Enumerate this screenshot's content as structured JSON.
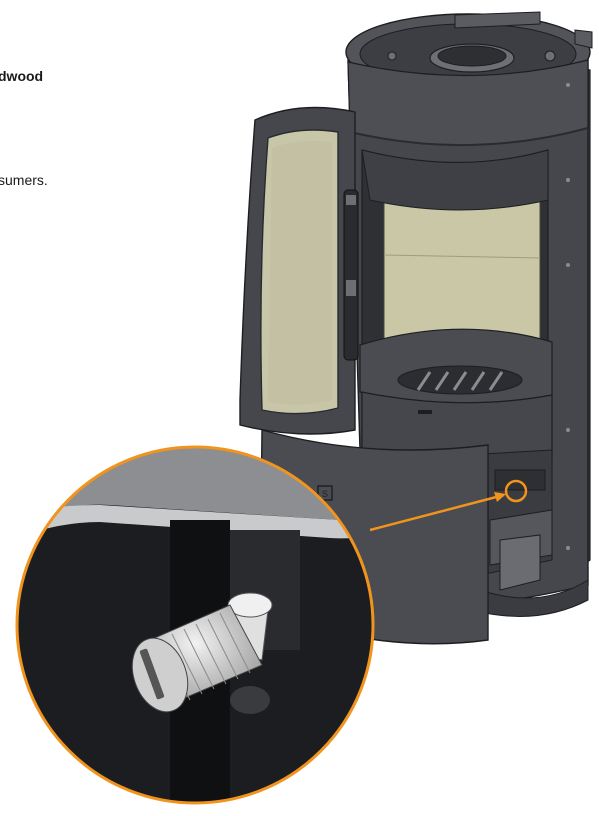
{
  "document": {
    "fragment_top": "dwood",
    "fragment_mid": "sumers."
  },
  "illustration": {
    "subject": "wood-stove-exploded-view",
    "callout": "adjustment-knob-detail",
    "colors": {
      "stove_body": "#45474c",
      "stove_dark": "#2d2e32",
      "stove_light": "#5a5c61",
      "glass": "#c7c6a8",
      "firebox": "#c9c7a6",
      "callout_orange": "#f0941e",
      "knob": "#d7d7d7"
    }
  }
}
